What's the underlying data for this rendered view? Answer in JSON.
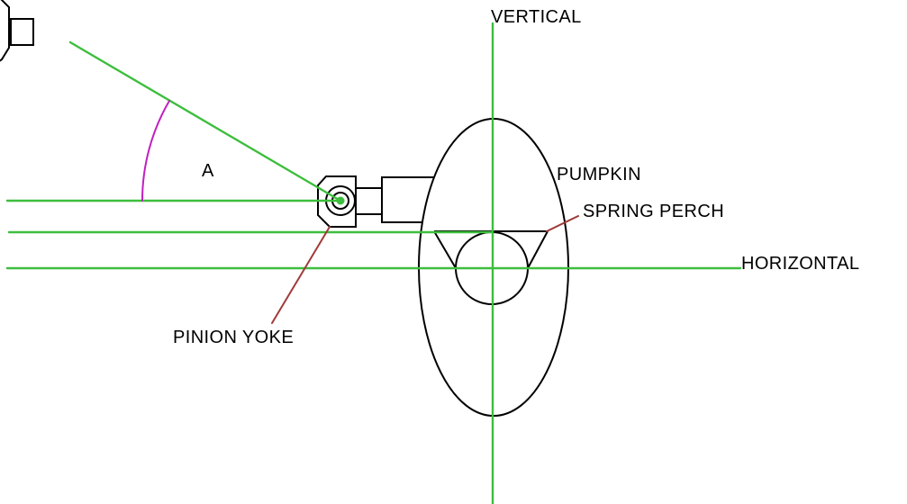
{
  "diagram": {
    "title_hint": "pinion-angle-diagram",
    "labels": {
      "vertical": "VERTICAL",
      "horizontal": "HORIZONTAL",
      "pumpkin": "PUMPKIN",
      "spring_perch": "SPRING PERCH",
      "pinion_yoke": "PINION YOKE",
      "angle": "A"
    },
    "colors": {
      "reference_green": "#3dbe3d",
      "angle_magenta": "#c020c0",
      "leader_red": "#a03a3a",
      "ink_black": "#000000",
      "background": "#ffffff"
    }
  }
}
